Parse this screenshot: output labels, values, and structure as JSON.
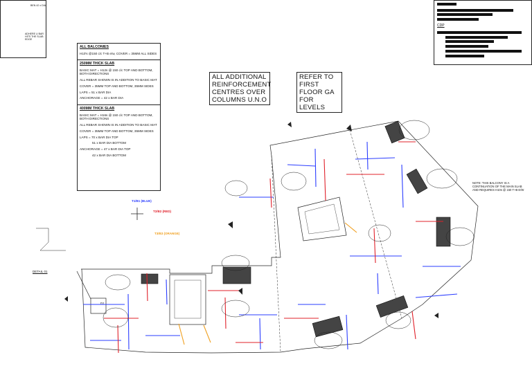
{
  "notes": {
    "all_balconies": {
      "heading": "ALL BALCONIES",
      "lines": [
        "H10's @150 c/c T+B e/w, COVER = 35MM ALL SIDES"
      ]
    },
    "slab_250": {
      "heading": "250MM THICK SLAB",
      "lines": [
        "BASIC MAT = H12s @ 150 c/c TOP AND BOTTOM, BOTH DIRECTIONS",
        "ALL REBAR SHOWN IS IN ADDITION TO BASIC MAT",
        "COVER = 35MM TOP AND BOTTOM, 35MM SIDES",
        "LAPS = 51 x BAR DIA",
        "ANCHORAGE = 42 x BAR DIA"
      ]
    },
    "slab_400": {
      "heading": "400MM THICK SLAB",
      "lines": [
        "BASIC MAT = H16s @ 150 c/c TOP AND BOTTOM, BOTH DIRECTIONS",
        "ALL REBAR SHOWN IS IN ADDITION TO BASIC MAT",
        "COVER = 35MM TOP AND BOTTOM, 35MM SIDES",
        "LAPS = 70 x BAR DIA TOP"
      ],
      "lap_bottom": "51 x BAR DIA BOTTOM",
      "anchorage_top": "ANCHORAGE = 47 x BAR DIA TOP",
      "anchorage_bottom": "42 x BAR DIA BOTTOM"
    }
  },
  "callouts": {
    "additional_reinf": "ALL ADDITIONAL REINFORCEMENT CENTRES OVER COLUMNS U.N.O",
    "refer_ga": "REFER TO FIRST FLOOR GA FOR LEVELS",
    "balcony_note": "NOTE: THIS BALCONY IS A CONTINUATION OF THE MAIN SLAB AND REQUIRES H10s @ 150 T+B E/W"
  },
  "legend": {
    "t1": "T1/B1 (BLUE)",
    "t2": "T2/B2 (RED)",
    "t3": "T3/B3 (ORANGE)"
  },
  "detail": {
    "title": "DETAIL 01",
    "label_top": "BEN 42 x DIA",
    "label_mid": "ADHERE U BAR HITS THE SLAB EDGE",
    "tag": "D1"
  },
  "titleblock": {
    "label": "CDP"
  },
  "colors": {
    "blue": "#2a3cff",
    "red": "#e0202a",
    "orange": "#f0a020",
    "line": "#222222"
  }
}
